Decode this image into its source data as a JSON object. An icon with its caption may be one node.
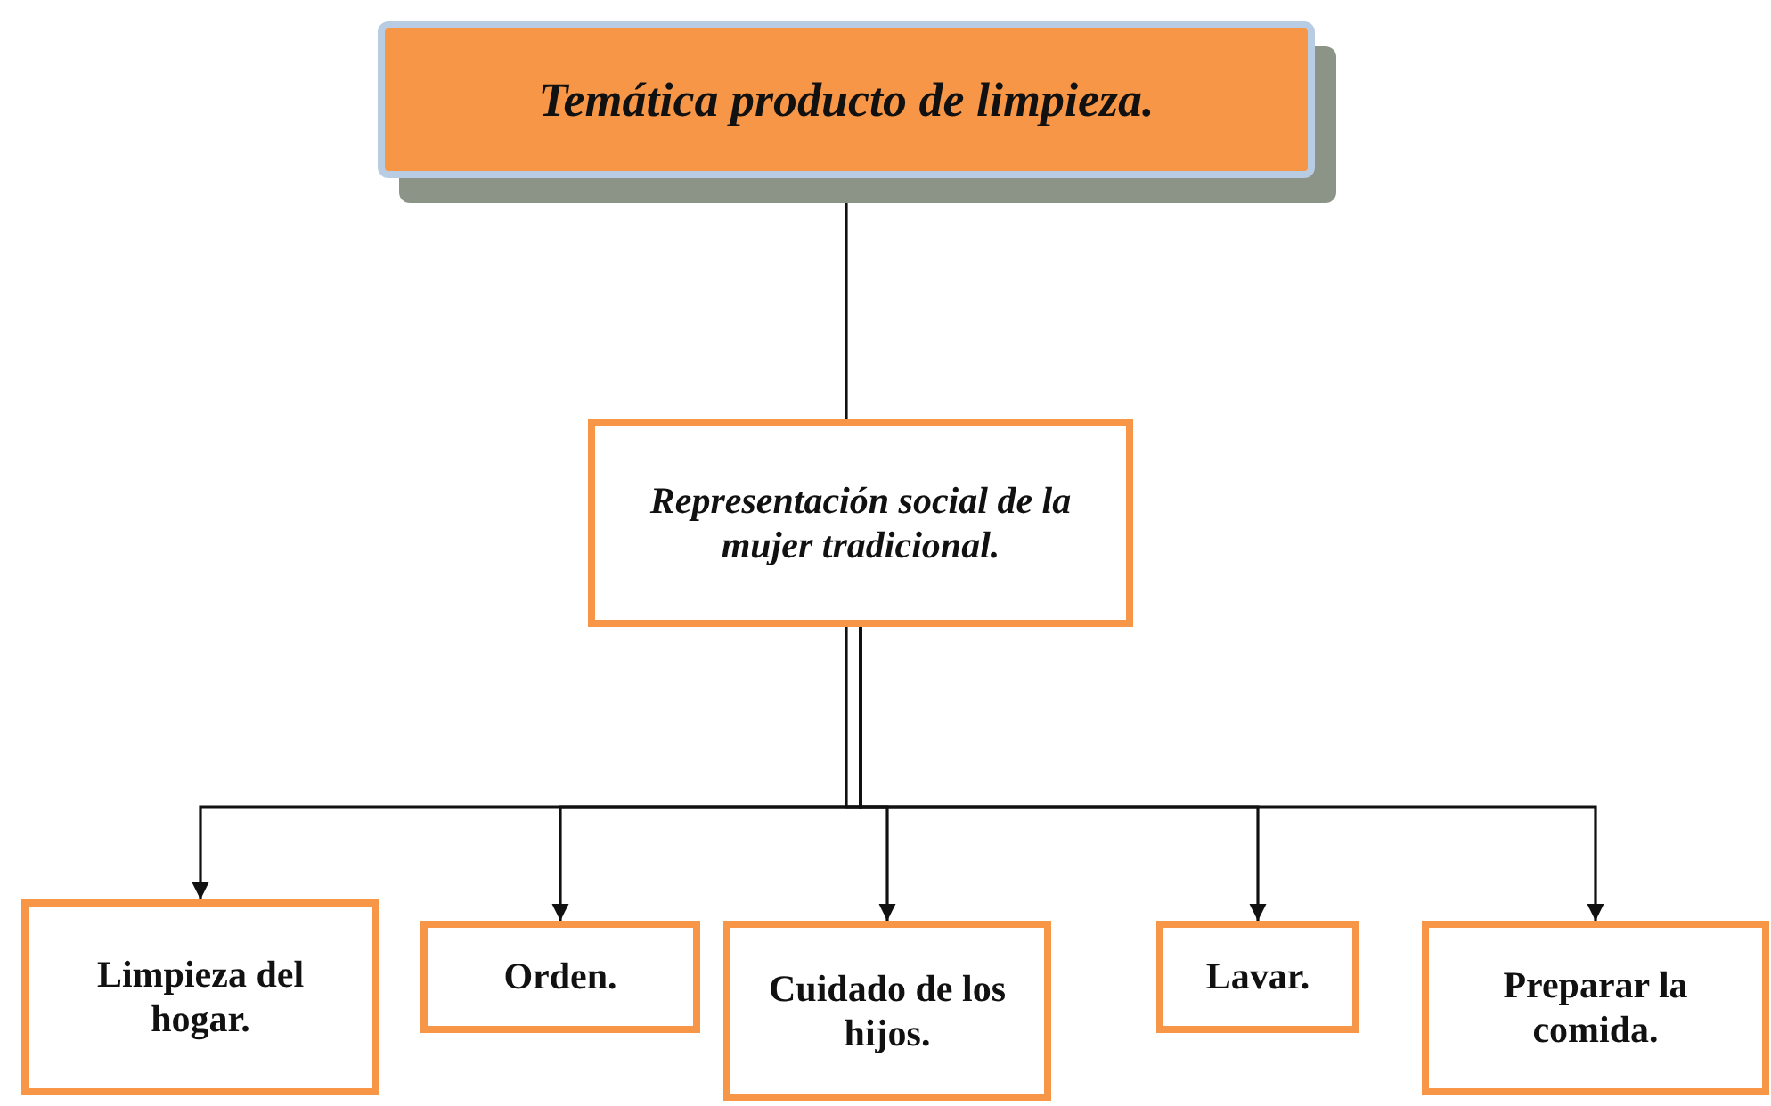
{
  "diagram": {
    "nodes": [
      {
        "text": [
          "Temática producto de limpieza."
        ]
      },
      {
        "text": [
          "Representación social de la mujer tradicional."
        ]
      },
      {
        "text": [
          "Limpieza del hogar."
        ]
      },
      {
        "text": [
          "Orden."
        ]
      },
      {
        "text": [
          "Cuidado de los hijos."
        ]
      },
      {
        "text": [
          "Lavar."
        ]
      },
      {
        "text": [
          "Preparar la comida."
        ]
      }
    ],
    "edges": [
      {
        "from": 0,
        "to": 1,
        "arrow": "none"
      },
      {
        "from": 1,
        "to": 2,
        "arrow": "to"
      },
      {
        "from": 1,
        "to": 3,
        "arrow": "to"
      },
      {
        "from": 1,
        "to": 4,
        "arrow": "to"
      },
      {
        "from": 1,
        "to": 5,
        "arrow": "to"
      },
      {
        "from": 1,
        "to": 6,
        "arrow": "to"
      }
    ]
  }
}
